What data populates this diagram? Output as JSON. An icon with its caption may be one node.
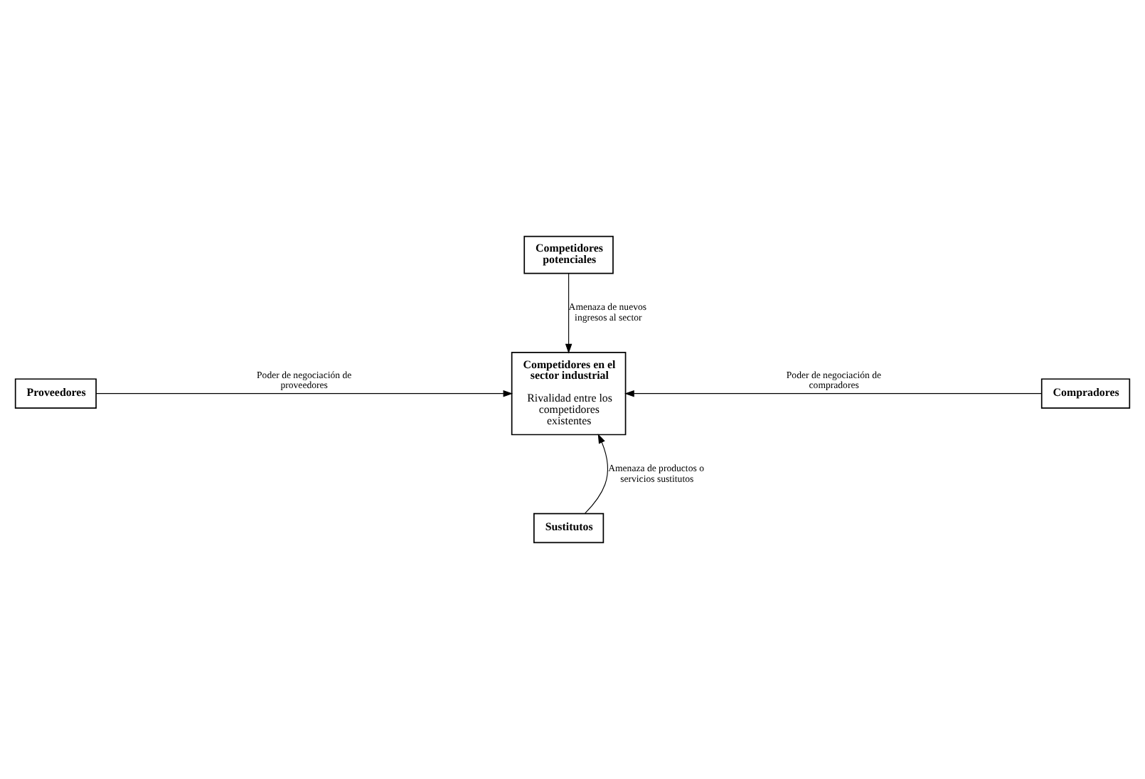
{
  "diagram": {
    "nodes": [
      {
        "text": [
          "Competidores potenciales"
        ]
      },
      {
        "text": [
          "Proveedores"
        ]
      },
      {
        "text": [
          "Competidores en el sector industrial",
          "Rivalidad entre los competidores existentes"
        ]
      },
      {
        "text": [
          "Compradores"
        ]
      },
      {
        "text": [
          "Sustitutos"
        ]
      }
    ],
    "edges": [
      {
        "from": 0,
        "to": 2,
        "arrow": "to",
        "label": "Amenaza de nuevos ingresos al sector"
      },
      {
        "from": 1,
        "to": 2,
        "arrow": "to",
        "label": "Poder de negociación de proveedores"
      },
      {
        "from": 3,
        "to": 2,
        "arrow": "to",
        "label": "Poder de negociación de compradores"
      },
      {
        "from": 4,
        "to": 2,
        "arrow": "to",
        "label": "Amenaza de productos o servicios sustitutos"
      }
    ]
  }
}
